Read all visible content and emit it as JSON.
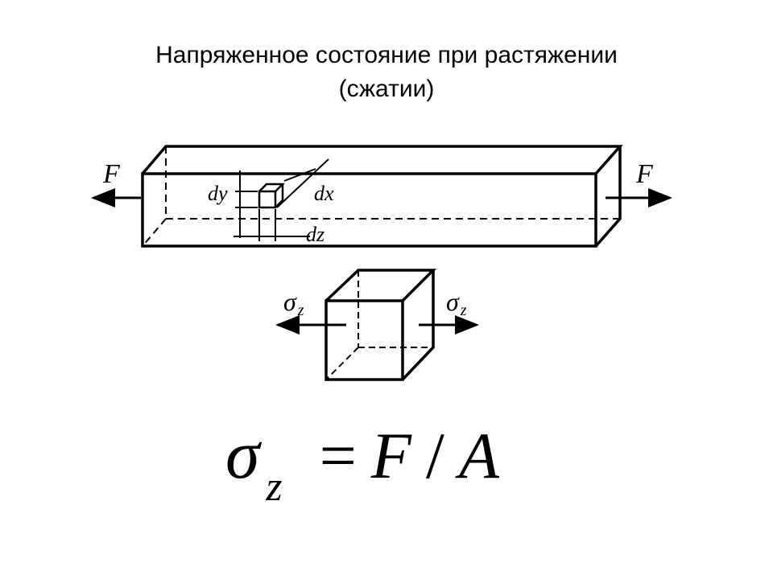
{
  "title": {
    "line1": "Напряженное состояние при растяжении",
    "line2": "(сжатии)"
  },
  "beam_labels": {
    "force_left": "F",
    "force_right": "F",
    "dy": "dy",
    "dx": "dx",
    "dz": "dz"
  },
  "cube_labels": {
    "stress_left": "σ",
    "stress_left_sub": "z",
    "stress_right": "σ",
    "stress_right_sub": "z"
  },
  "formula": {
    "sigma": "σ",
    "sub": "z",
    "eq": "=",
    "f": "F",
    "div": "/",
    "a": "A"
  }
}
